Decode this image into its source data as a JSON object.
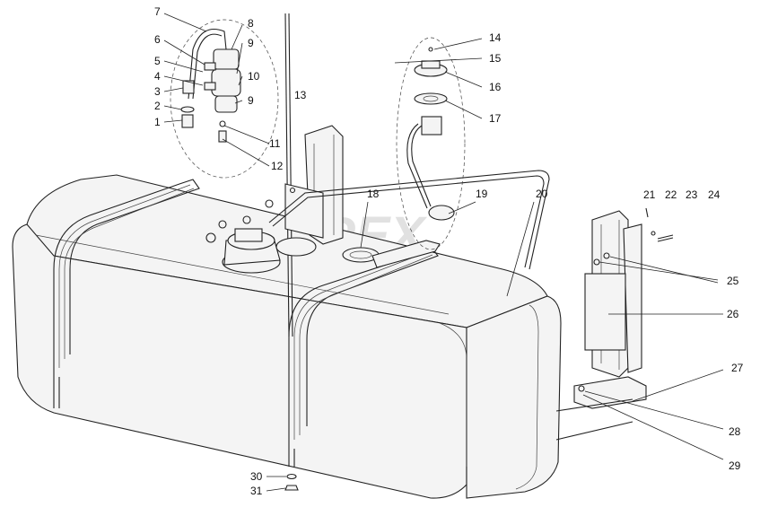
{
  "watermark": "OPEX",
  "callouts": [
    {
      "id": "1",
      "text": "1"
    },
    {
      "id": "2",
      "text": "2"
    },
    {
      "id": "3",
      "text": "3"
    },
    {
      "id": "4",
      "text": "4"
    },
    {
      "id": "5",
      "text": "5"
    },
    {
      "id": "6",
      "text": "6"
    },
    {
      "id": "7",
      "text": "7"
    },
    {
      "id": "8",
      "text": "8"
    },
    {
      "id": "9a",
      "text": "9"
    },
    {
      "id": "10",
      "text": "10"
    },
    {
      "id": "9b",
      "text": "9"
    },
    {
      "id": "13",
      "text": "13"
    },
    {
      "id": "11",
      "text": "11"
    },
    {
      "id": "12",
      "text": "12"
    },
    {
      "id": "14",
      "text": "14"
    },
    {
      "id": "15",
      "text": "15"
    },
    {
      "id": "16",
      "text": "16"
    },
    {
      "id": "17",
      "text": "17"
    },
    {
      "id": "18",
      "text": "18"
    },
    {
      "id": "19",
      "text": "19"
    },
    {
      "id": "20",
      "text": "20"
    },
    {
      "id": "21",
      "text": "21"
    },
    {
      "id": "22",
      "text": "22"
    },
    {
      "id": "23",
      "text": "23"
    },
    {
      "id": "24",
      "text": "24"
    },
    {
      "id": "25",
      "text": "25"
    },
    {
      "id": "26",
      "text": "26"
    },
    {
      "id": "27",
      "text": "27"
    },
    {
      "id": "28",
      "text": "28"
    },
    {
      "id": "29",
      "text": "29"
    },
    {
      "id": "30",
      "text": "30"
    },
    {
      "id": "31",
      "text": "31"
    }
  ]
}
